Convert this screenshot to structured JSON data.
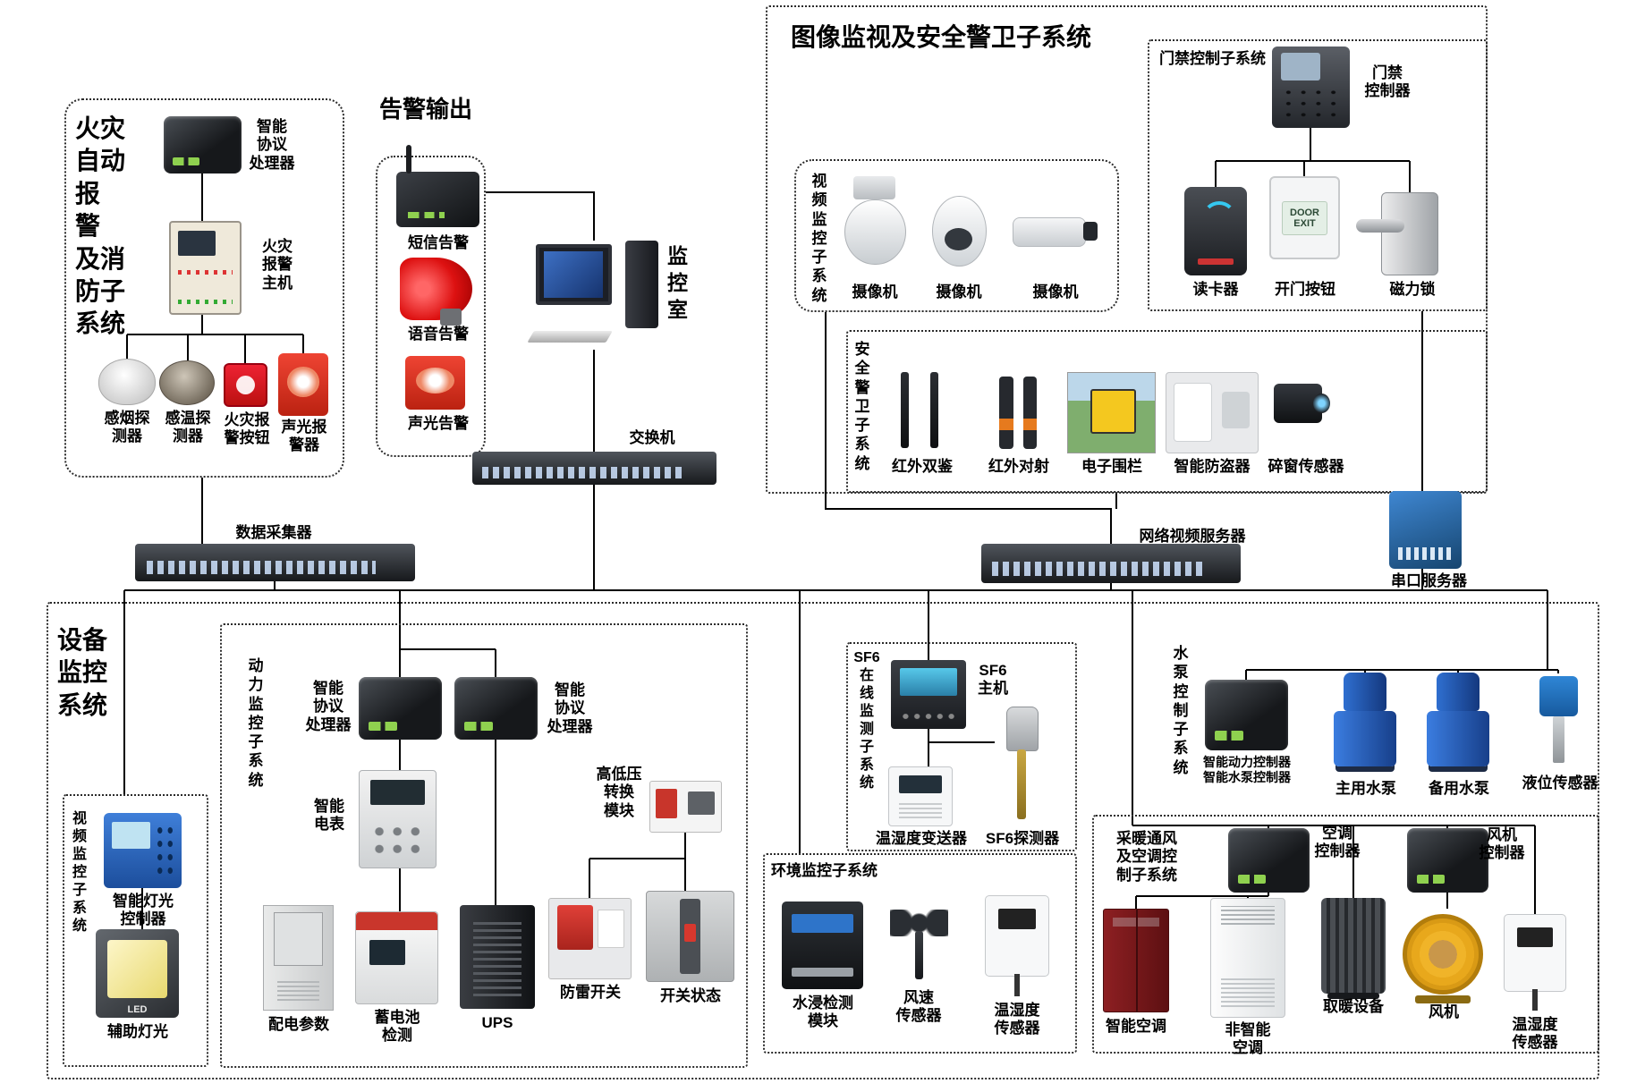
{
  "fire": {
    "title": "火灾\n自动\n报\n警\n及消\n防子\n系统",
    "processor": "智能\n协议\n处理器",
    "host": "火灾\n报警\n主机",
    "smoke": "感烟探\n测器",
    "heat": "感温探\n测器",
    "button": "火灾报\n警按钮",
    "sounder": "声光报\n警器"
  },
  "alarm": {
    "title": "告警输出",
    "sms": "短信告警",
    "voice": "语音告警",
    "sound_light": "声光告警"
  },
  "room": {
    "title": "监\n控\n室"
  },
  "network": {
    "switch": "交换机",
    "collector": "数据采集器",
    "nvr": "网络视频服务器",
    "serial": "串口服务器"
  },
  "surveillance": {
    "title": "图像监视及安全警卫子系统",
    "video": {
      "title": "视\n频\n监\n控\n子\n系\n统",
      "cam1": "摄像机",
      "cam2": "摄像机",
      "cam3": "摄像机"
    },
    "access": {
      "title": "门禁控制子系统",
      "controller": "门禁\n控制器",
      "reader": "读卡器",
      "button": "开门按钮",
      "button_text": "DOOR\nEXIT",
      "lock": "磁力锁"
    },
    "guard": {
      "title": "安\n全\n警\n卫\n子\n系\n统",
      "ir_dual": "红外双鉴",
      "ir_beam": "红外对射",
      "fence": "电子围栏",
      "burglar": "智能防盗器",
      "window": "碎窗传感器"
    }
  },
  "equipment": {
    "title": "设备\n监控\n系统",
    "power": {
      "title": "动\n力\n监\n控\n子\n系\n统",
      "proc_left": "智能\n协议\n处理器",
      "proc_right": "智能\n协议\n处理器",
      "meter": "智能\n电表",
      "hv": "高低压\n转换\n模块",
      "dist": "配电参数",
      "battery": "蓄电池\n检测",
      "ups": "UPS",
      "arrester": "防雷开关",
      "breaker": "开关状态"
    },
    "video": {
      "title": "视\n频\n监\n控\n子\n系\n统",
      "light_ctrl": "智能灯光\n控制器",
      "led_text": "LED",
      "aux": "辅助灯光"
    },
    "sf6": {
      "title": "SF6\n在\n线\n监\n测\n子\n系\n统",
      "host": "SF6\n主机",
      "transmitter": "温湿度变送器",
      "detector": "SF6探测器"
    },
    "env": {
      "title": "环境监控子系统",
      "water": "水浸检测\n模块",
      "wind": "风速\n传感器",
      "th": "温湿度\n传感器"
    },
    "pump": {
      "title": "水\n泵\n控\n制\n子\n系\n统",
      "controller": "智能动力控制器\n智能水泵控制器",
      "main": "主用水泵",
      "backup": "备用水泵",
      "level": "液位传感器"
    },
    "hvac": {
      "title": "采暖通风\n及空调控\n制子系统",
      "ac_ctrl": "空调\n控制器",
      "fan_ctrl": "风机\n控制器",
      "smart_ac": "智能空调",
      "plain_ac": "非智能\n空调",
      "heater": "取暖设备",
      "fan": "风机",
      "th": "温湿度\n传感器"
    }
  }
}
